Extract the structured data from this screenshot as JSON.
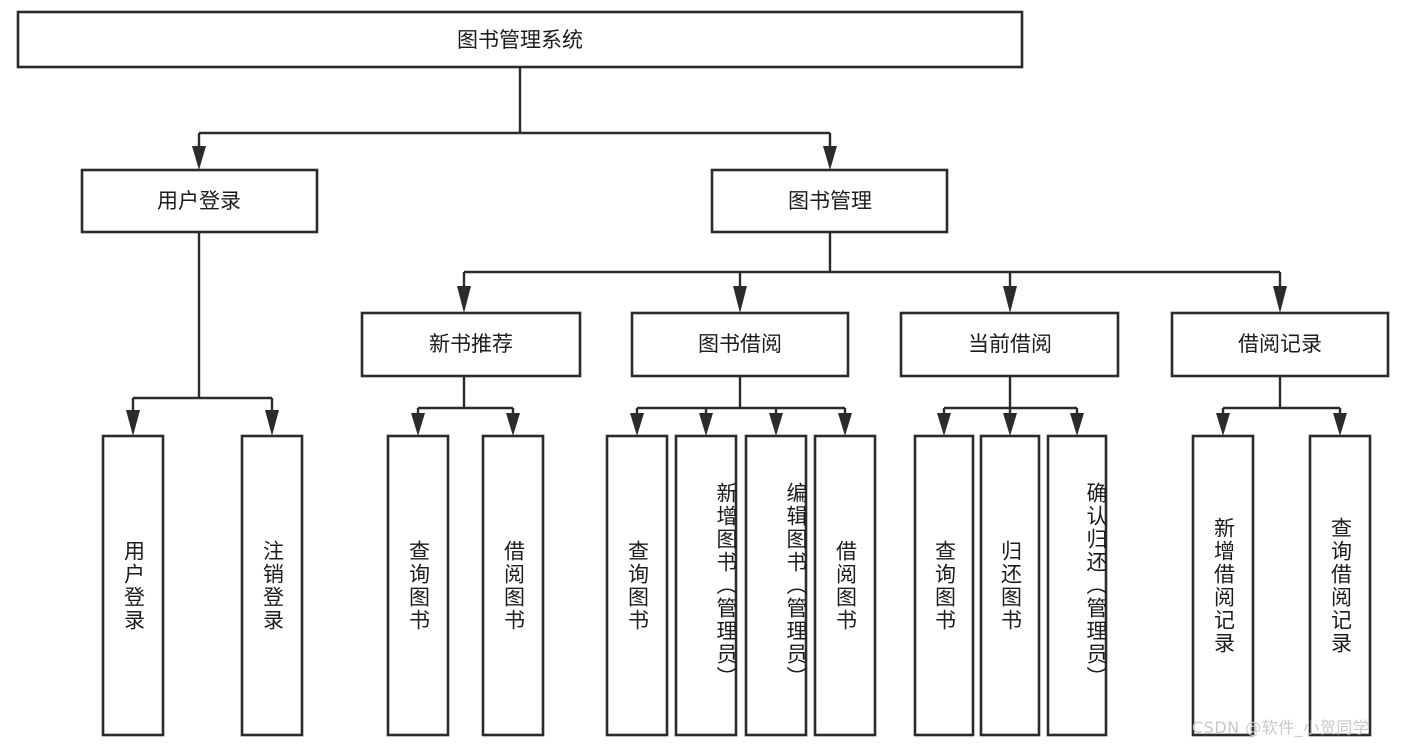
{
  "diagram": {
    "title": "图书管理系统",
    "type": "hierarchy-tree",
    "watermark": "CSDN @软件_小贺同学",
    "colors": {
      "stroke": "#2b2b2b",
      "fill": "#ffffff",
      "text": "#1c1c1c",
      "watermark": "#c9c9c9"
    },
    "root": {
      "label": "图书管理系统"
    },
    "level2": [
      {
        "label": "用户登录"
      },
      {
        "label": "图书管理"
      }
    ],
    "level3": [
      {
        "label": "新书推荐"
      },
      {
        "label": "图书借阅"
      },
      {
        "label": "当前借阅"
      },
      {
        "label": "借阅记录"
      }
    ],
    "leaves": {
      "user_login": [
        {
          "label": "用户登录"
        },
        {
          "label": "注销登录"
        }
      ],
      "new_book_recommend": [
        {
          "label": "查询图书"
        },
        {
          "label": "借阅图书"
        }
      ],
      "book_borrow": [
        {
          "label": "查询图书"
        },
        {
          "label": "新增图书（管理员）"
        },
        {
          "label": "编辑图书（管理员）"
        },
        {
          "label": "借阅图书"
        }
      ],
      "current_borrow": [
        {
          "label": "查询图书"
        },
        {
          "label": "归还图书"
        },
        {
          "label": "确认归还（管理员）"
        }
      ],
      "borrow_record": [
        {
          "label": "新增借阅记录"
        },
        {
          "label": "查询借阅记录"
        }
      ]
    }
  }
}
